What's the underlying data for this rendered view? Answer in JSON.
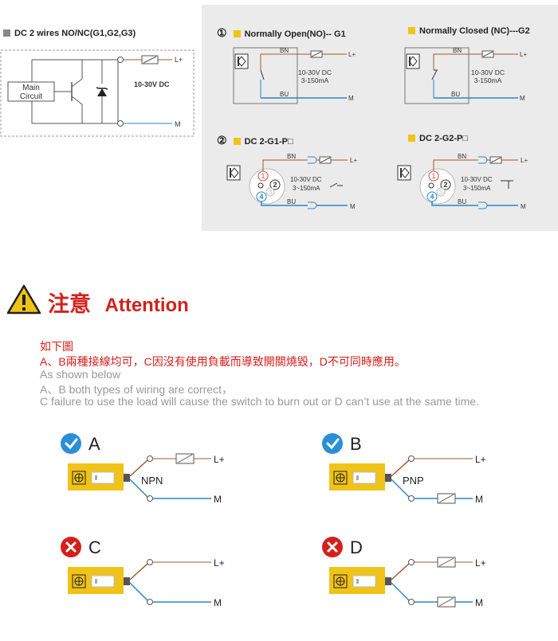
{
  "top_left": {
    "title": "DC 2 wires NO/NC(G1,G2,G3)",
    "main_circuit": [
      "Main",
      "Circuit"
    ],
    "voltage": "10-30V DC",
    "l_plus": "L+",
    "m": "M"
  },
  "panel": {
    "no_circle": "①",
    "no_title": "Normally Open(NO)-- G1",
    "nc_title": "Normally Closed (NC)---G2",
    "bn": "BN",
    "bu": "BU",
    "l_plus": "L+",
    "m": "M",
    "spec_voltage": "10-30V DC",
    "spec_current": "3-150mA",
    "p_circle": "②",
    "p1_title": "DC 2-G1-P□",
    "p2_title": "DC 2-G2-P□",
    "spec_current_p": "3~150mA",
    "pin1": "1",
    "pin2": "2",
    "pin3": "3",
    "pin4": "4"
  },
  "attention": {
    "title_zh": "注意",
    "title_en": "Attention",
    "line1": "如下圖",
    "line2": "A、B兩種接線均可，C因沒有使用負載而導致開關燒毀，D不可同時應用。",
    "line3": "As shown below",
    "line4": "A、B both types of wiring are correct，",
    "line5": "C failure to use the load will cause the switch to burn out or D can’t use at the same time."
  },
  "examples": {
    "a": "A",
    "b": "B",
    "c": "C",
    "d": "D",
    "npn": "NPN",
    "pnp": "PNP",
    "l_plus": "L+",
    "m": "M"
  },
  "colors": {
    "brown": "#a0582e",
    "blue": "#2a86c8",
    "yellow": "#f0c318",
    "red": "#d4201b",
    "check": "#2a8fd6",
    "gray": "#ebebeb"
  }
}
